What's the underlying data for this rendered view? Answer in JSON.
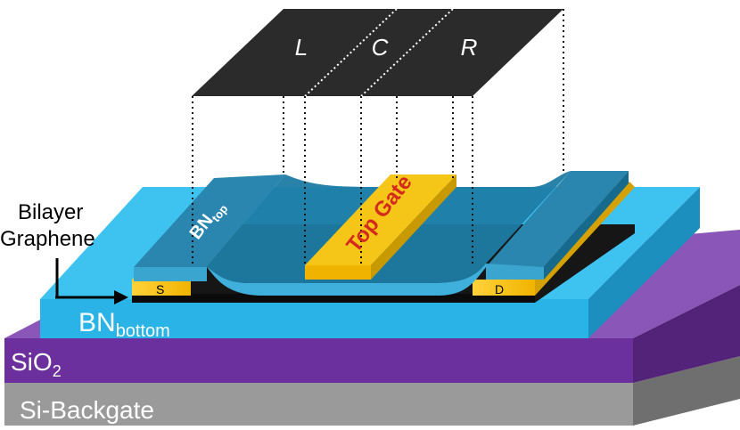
{
  "regions": {
    "left": "L",
    "center": "C",
    "right": "R"
  },
  "labels": {
    "graphene_line1": "Bilayer",
    "graphene_line2": "Graphene",
    "bn_top_main": "BN",
    "bn_top_sub": "top",
    "top_gate": "Top Gate",
    "source": "S",
    "drain": "D",
    "bn_bottom_main": "BN",
    "bn_bottom_sub": "bottom",
    "sio2_main": "SiO",
    "sio2_sub": "2",
    "si_backgate": "Si-Backgate"
  },
  "colors": {
    "si_front": "#9b9b9b",
    "si_top": "#c8c8c8",
    "si_side": "#6e6e6e",
    "sio2_front": "#6c2f9e",
    "sio2_top": "#8a52b8",
    "sio2_side": "#4f2276",
    "bn_bottom_front": "#29b3e6",
    "bn_bottom_top": "#3ec2f0",
    "bn_bottom_side": "#1d8fbf",
    "bn_top": "#1f7fa6",
    "bn_top_light": "#3aa6cf",
    "gold": "#f5c518",
    "gold_dark": "#c99a00",
    "graphene": "#1b1b1b",
    "plate": "#2b2b2b",
    "gate_text": "#d42a1e"
  }
}
